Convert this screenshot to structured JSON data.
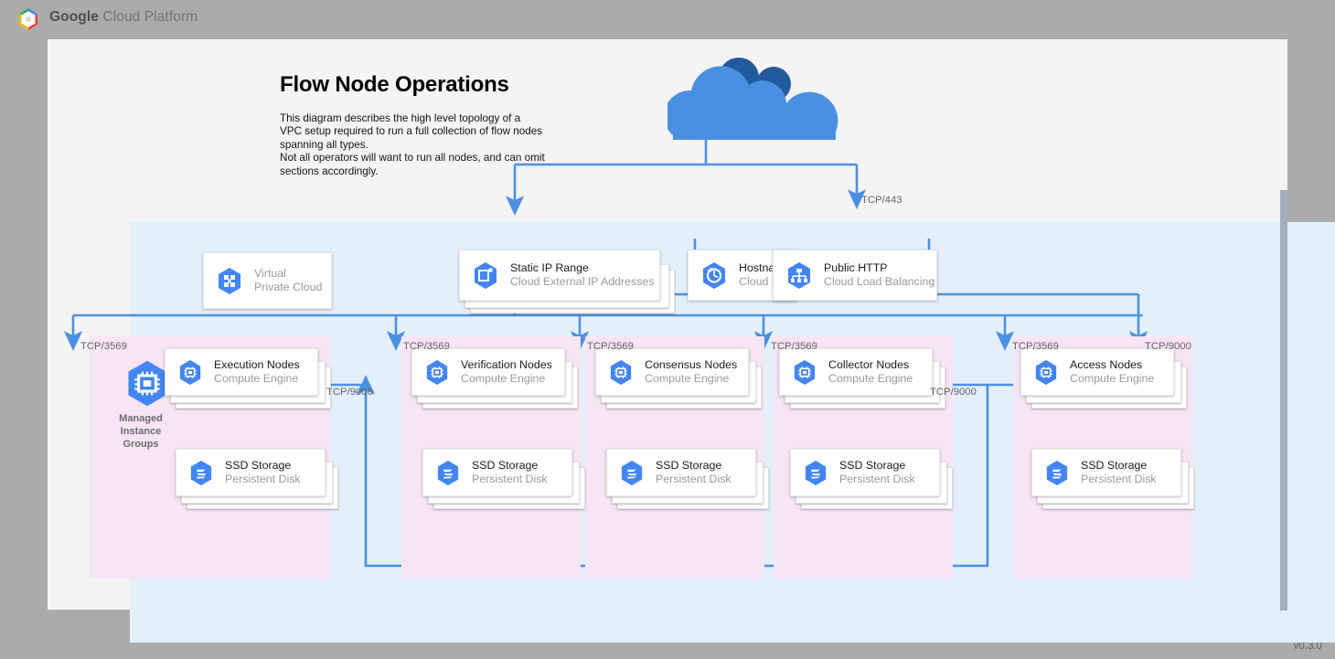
{
  "header": {
    "logo_icon": "google-cloud-hexagon-logo",
    "brand_bold": "Google",
    "brand_rest": " Cloud Platform"
  },
  "version": "v0.3.0",
  "diagram": {
    "title": "Flow Node Operations",
    "description": "This diagram describes the high level topology of a VPC setup required to run a full collection of flow nodes spanning all types.\nNot all operators will want to run all nodes, and can omit sections accordingly.",
    "internet_cloud_icon": "cloud-icon"
  },
  "top_row": [
    {
      "id": "vpc",
      "title": "Virtual",
      "subtitle": "Private Cloud",
      "icon": "virtual-private-cloud-icon",
      "muted_title": true,
      "stacked": false
    },
    {
      "id": "static-ip",
      "title": "Static IP Range",
      "subtitle": "Cloud External IP Addresses",
      "icon": "static-ip-icon",
      "muted_title": false,
      "stacked": true
    },
    {
      "id": "hostname",
      "title": "Hostname",
      "subtitle": "Cloud DNS",
      "icon": "cloud-dns-icon",
      "muted_title": false,
      "stacked": false
    },
    {
      "id": "public-http",
      "title": "Public HTTP",
      "subtitle": "Cloud Load Balancing",
      "icon": "load-balancing-icon",
      "muted_title": false,
      "stacked": false
    }
  ],
  "managed_instance_groups_label": "Managed\nInstance\nGroups",
  "managed_instance_groups_icon": "managed-instance-groups-icon",
  "node_groups": [
    {
      "id": "execution",
      "node_title": "Execution Nodes",
      "node_sub": "Compute Engine",
      "storage_title": "SSD Storage",
      "storage_sub": "Persistent Disk",
      "ingress_label": "TCP/3569"
    },
    {
      "id": "verification",
      "node_title": "Verification Nodes",
      "node_sub": "Compute Engine",
      "storage_title": "SSD Storage",
      "storage_sub": "Persistent Disk",
      "ingress_label": "TCP/3569"
    },
    {
      "id": "consensus",
      "node_title": "Consensus Nodes",
      "node_sub": "Compute Engine",
      "storage_title": "SSD Storage",
      "storage_sub": "Persistent Disk",
      "ingress_label": "TCP/3569"
    },
    {
      "id": "collector",
      "node_title": "Collector Nodes",
      "node_sub": "Compute Engine",
      "storage_title": "SSD Storage",
      "storage_sub": "Persistent Disk",
      "ingress_label": "TCP/3569"
    },
    {
      "id": "access",
      "node_title": "Access Nodes",
      "node_sub": "Compute Engine",
      "storage_title": "SSD Storage",
      "storage_sub": "Persistent Disk",
      "ingress_label": "TCP/3569"
    }
  ],
  "connector_labels": {
    "https": "TCP/443",
    "access_extra_ingress": "TCP/9000",
    "access_to_collector": "TCP/9000",
    "access_to_execution": "TCP/9000"
  },
  "colors": {
    "page_background": "#ababab",
    "canvas": "#f4f4f4",
    "vpc_panel": "#e3f0fc",
    "group_panel": "#f7e4f4",
    "wire": "#4a90e2",
    "gcp_blue": "#4285f4",
    "cloud_light": "#4a90e2",
    "cloud_dark": "#235a9e"
  }
}
